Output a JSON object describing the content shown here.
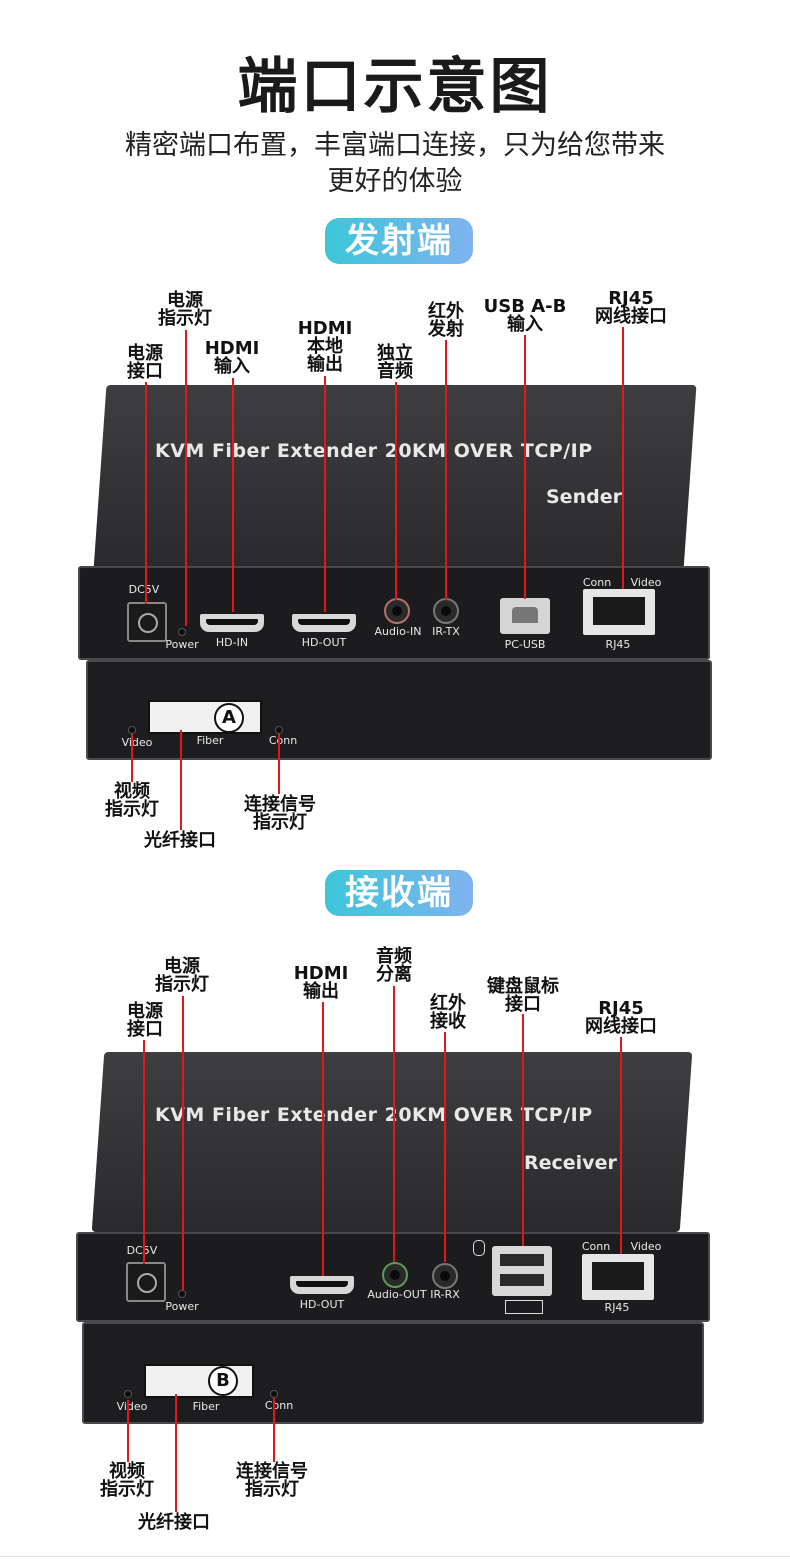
{
  "title": "端口示意图",
  "subtitle_line1": "精密端口布置，丰富端口连接，只为给您带来",
  "subtitle_line2": "更好的体验",
  "sender": {
    "pill": "发射端",
    "model": "KVM Fiber Extender 20KM OVER TCP/IP",
    "role": "Sender",
    "labels": {
      "power_port": [
        "电源",
        "接口"
      ],
      "power_led": [
        "电源",
        "指示灯"
      ],
      "hdmi_in": [
        "HDMI",
        "输入"
      ],
      "hdmi_local": [
        "HDMI",
        "本地",
        "输出"
      ],
      "audio": [
        "独立",
        "音频"
      ],
      "ir": [
        "红外",
        "发射"
      ],
      "usb": [
        "USB A-B",
        "输入"
      ],
      "rj45": [
        "RJ45",
        "网线接口"
      ],
      "video_led": [
        "视频",
        "指示灯"
      ],
      "fiber": [
        "光纤接口"
      ],
      "conn_led": [
        "连接信号",
        "指示灯"
      ]
    },
    "panel": {
      "dc": "DC5V",
      "power": "Power",
      "hd_in": "HD-IN",
      "hd_out": "HD-OUT",
      "audio": "Audio-IN",
      "ir": "IR-TX",
      "usb": "PC-USB",
      "rj45": "RJ45",
      "conn": "Conn",
      "video": "Video"
    },
    "bottom": {
      "video": "Video",
      "fiber": "Fiber",
      "conn": "Conn",
      "badge": "A"
    }
  },
  "receiver": {
    "pill": "接收端",
    "model": "KVM Fiber Extender 20KM OVER TCP/IP",
    "role": "Receiver",
    "labels": {
      "power_port": [
        "电源",
        "接口"
      ],
      "power_led": [
        "电源",
        "指示灯"
      ],
      "hdmi_out": [
        "HDMI",
        "输出"
      ],
      "audio": [
        "音频",
        "分离"
      ],
      "ir": [
        "红外",
        "接收"
      ],
      "kbd": [
        "键盘鼠标",
        "接口"
      ],
      "rj45": [
        "RJ45",
        "网线接口"
      ],
      "video_led": [
        "视频",
        "指示灯"
      ],
      "fiber": [
        "光纤接口"
      ],
      "conn_led": [
        "连接信号",
        "指示灯"
      ]
    },
    "panel": {
      "dc": "DC5V",
      "power": "Power",
      "hd_out": "HD-OUT",
      "audio": "Audio-OUT",
      "ir": "IR-RX",
      "rj45": "RJ45",
      "conn": "Conn",
      "video": "Video"
    },
    "bottom": {
      "video": "Video",
      "fiber": "Fiber",
      "conn": "Conn",
      "badge": "B"
    }
  },
  "colors": {
    "accent_line": "#e0181b",
    "pill_start": "#3cc6d9",
    "pill_end": "#7fb3f0"
  }
}
